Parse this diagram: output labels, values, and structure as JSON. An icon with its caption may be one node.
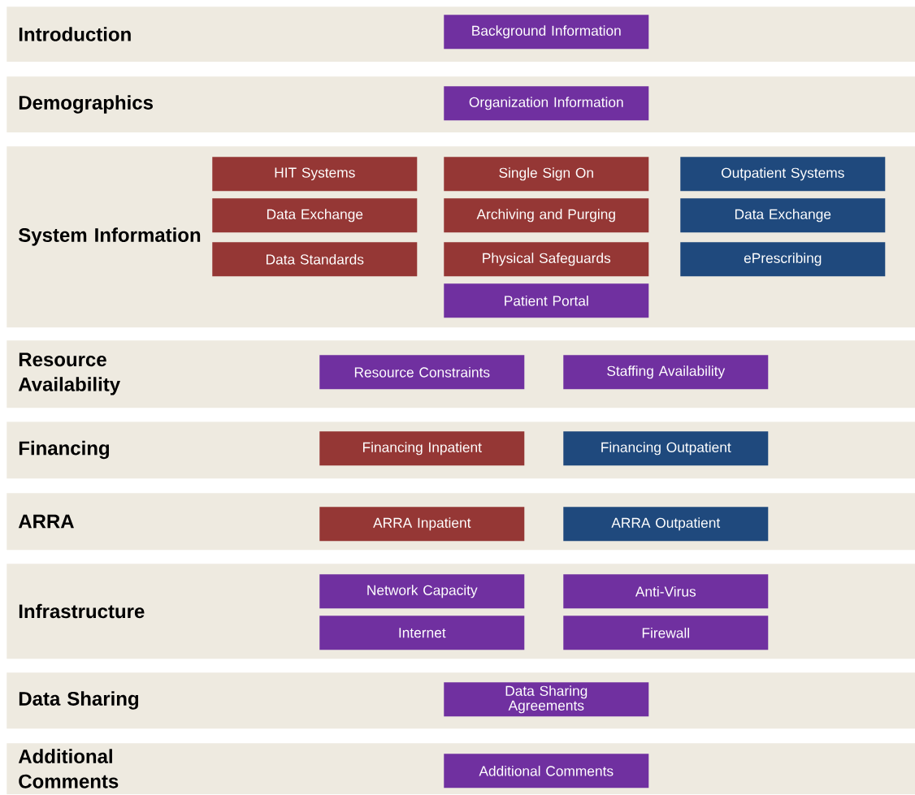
{
  "diagram": {
    "nodes": [
      {
        "text": [
          "Introduction"
        ]
      },
      {
        "text": [
          "Background Information"
        ],
        "in": 0
      },
      {
        "text": [
          "Demographics"
        ]
      },
      {
        "text": [
          "Organization Information"
        ],
        "in": 2
      },
      {
        "text": [
          "System Information"
        ]
      },
      {
        "text": [
          "HIT Systems"
        ],
        "in": 4
      },
      {
        "text": [
          "Single Sign On"
        ],
        "in": 4
      },
      {
        "text": [
          "Outpatient Systems"
        ],
        "in": 4
      },
      {
        "text": [
          "Data Exchange"
        ],
        "in": 4
      },
      {
        "text": [
          "Archiving and Purging"
        ],
        "in": 4
      },
      {
        "text": [
          "Data Exchange"
        ],
        "in": 4
      },
      {
        "text": [
          "Data Standards"
        ],
        "in": 4
      },
      {
        "text": [
          "Physical Safeguards"
        ],
        "in": 4
      },
      {
        "text": [
          "ePrescribing"
        ],
        "in": 4
      },
      {
        "text": [
          "Patient Portal"
        ],
        "in": 4
      },
      {
        "text": [
          "Resource Availability"
        ]
      },
      {
        "text": [
          "Resource Constraints"
        ],
        "in": 15
      },
      {
        "text": [
          "Staffing Availability"
        ],
        "in": 15
      },
      {
        "text": [
          "Financing"
        ]
      },
      {
        "text": [
          "Financing Inpatient"
        ],
        "in": 18
      },
      {
        "text": [
          "Financing Outpatient"
        ],
        "in": 18
      },
      {
        "text": [
          "ARRA"
        ]
      },
      {
        "text": [
          "ARRA Inpatient"
        ],
        "in": 21
      },
      {
        "text": [
          "ARRA Outpatient"
        ],
        "in": 21
      },
      {
        "text": [
          "Infrastructure"
        ]
      },
      {
        "text": [
          "Network Capacity"
        ],
        "in": 24
      },
      {
        "text": [
          "Anti-Virus"
        ],
        "in": 24
      },
      {
        "text": [
          "Internet"
        ],
        "in": 24
      },
      {
        "text": [
          "Firewall"
        ],
        "in": 24
      },
      {
        "text": [
          "Data Sharing"
        ]
      },
      {
        "text": [
          "Data Sharing Agreements"
        ],
        "in": 29
      },
      {
        "text": [
          "Additional Comments"
        ]
      },
      {
        "text": [
          "Additional Comments"
        ],
        "in": 31
      }
    ]
  }
}
